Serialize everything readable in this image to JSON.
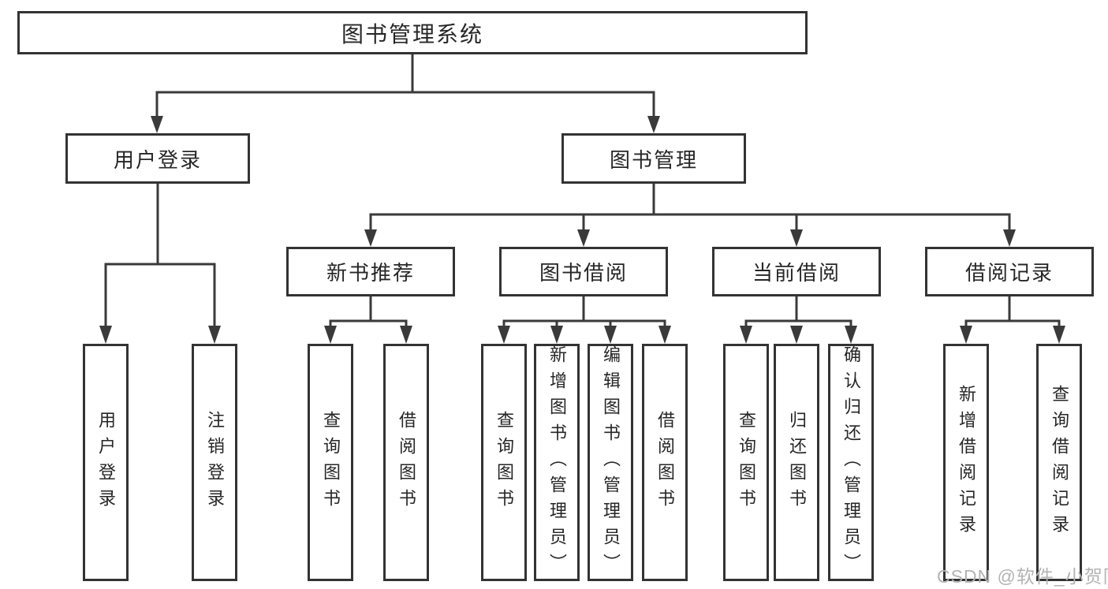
{
  "diagram": {
    "root_label": "图书管理系统",
    "level2": {
      "user_login": "用户登录",
      "book_management": "图书管理"
    },
    "level3": {
      "new_book_recommend": "新书推荐",
      "book_borrow": "图书借阅",
      "current_borrow": "当前借阅",
      "borrow_records": "借阅记录"
    },
    "leaves": [
      "用户登录",
      "注销登录",
      "查询图书",
      "借阅图书",
      "查询图书",
      "新增图书（管理员）",
      "编辑图书（管理员）",
      "借阅图书",
      "查询图书",
      "归还图书",
      "确认归还（管理员）",
      "新增借阅记录",
      "查询借阅记录"
    ],
    "watermark": "CSDN @软件_小贺同学",
    "colors": {
      "line": "#3a3a3a",
      "border": "#333333",
      "text": "#262626",
      "watermark": "#b3b3b3",
      "background": "#ffffff"
    }
  }
}
